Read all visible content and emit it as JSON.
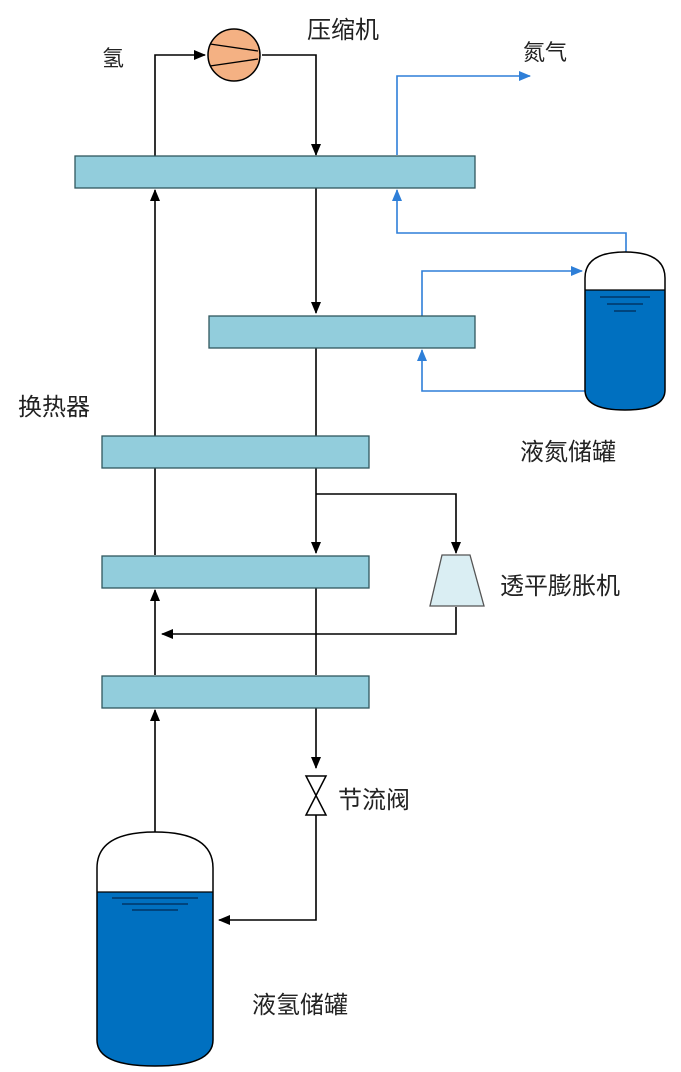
{
  "labels": {
    "hydrogen": "氢",
    "compressor": "压缩机",
    "nitrogen": "氮气",
    "heat_exchanger": "换热器",
    "ln2_tank": "液氮储罐",
    "turbo_expander": "透平膨胀机",
    "throttle_valve": "节流阀",
    "lh2_tank": "液氢储罐"
  },
  "colors": {
    "heat_exchanger_fill": "#92CDDC",
    "liquid": "#0070C0",
    "nitrogen_line": "#2E7FD8",
    "hydrogen_line": "#000000",
    "compressor_fill": "#F4B183",
    "expander_fill": "#DAEEF3"
  }
}
